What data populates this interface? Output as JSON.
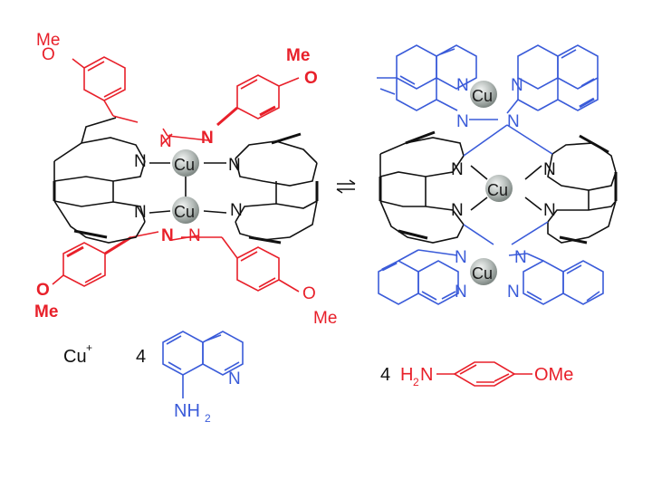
{
  "colors": {
    "black": "#111111",
    "red": "#e8202a",
    "blue": "#3a5bd9",
    "copper_sphere": "#9aa39f"
  },
  "atoms": {
    "cu": "Cu",
    "n": "N",
    "o": "O",
    "me": "Me",
    "ome": "OMe"
  },
  "reagents": {
    "cu_ion": "Cu",
    "cu_charge": "+",
    "quinoline_count": "4",
    "quinoline_amine": "NH",
    "quinoline_amine_sub": "2",
    "anisidine_count": "4",
    "anisidine_h": "H",
    "anisidine_sub": "2",
    "anisidine_n": "N",
    "anisidine_ome": "OMe"
  },
  "equilibrium_arrow": "⇌",
  "icons": [
    "copper-sphere-icon",
    "equilibrium-arrow-icon"
  ]
}
